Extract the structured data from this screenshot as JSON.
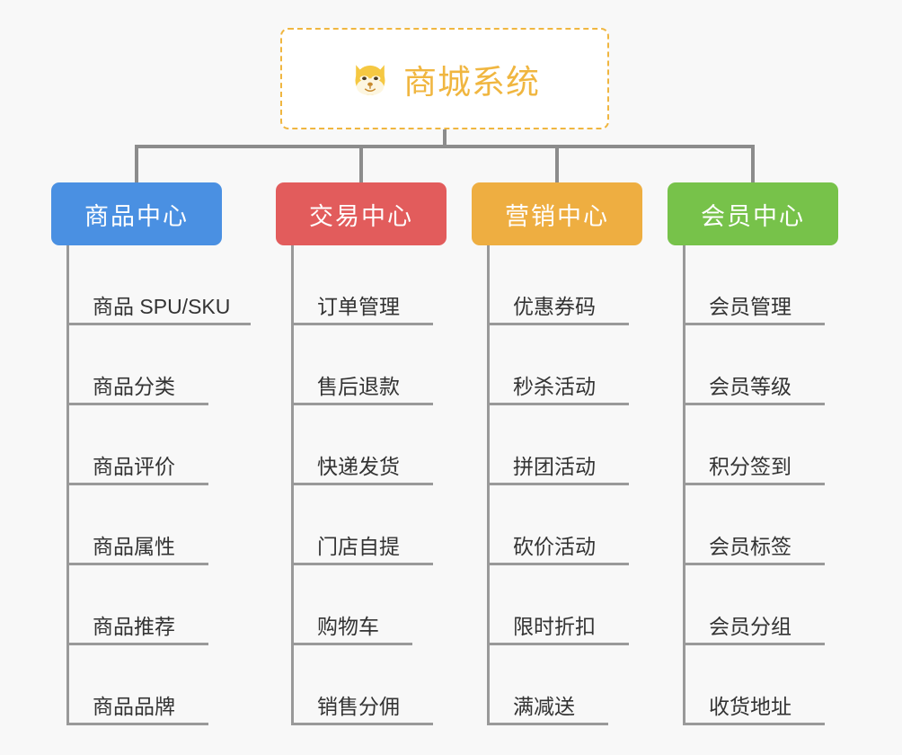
{
  "page": {
    "background_color": "#f8f8f8",
    "connector_color": "#8c8c8c",
    "leaf_line_color": "#999999",
    "leaf_text_color": "#333333"
  },
  "root": {
    "title": "商城系统",
    "icon": "shiba-dog-face-emoji",
    "accent_color": "#f0b640",
    "border_style": "dashed",
    "background_color": "#ffffff"
  },
  "columns": [
    {
      "title": "商品中心",
      "color": "#4a90e2",
      "items": [
        {
          "label": "商品 SPU/SKU",
          "underline_width": 205
        },
        {
          "label": "商品分类",
          "underline_width": 158
        },
        {
          "label": "商品评价",
          "underline_width": 158
        },
        {
          "label": "商品属性",
          "underline_width": 158
        },
        {
          "label": "商品推荐",
          "underline_width": 158
        },
        {
          "label": "商品品牌",
          "underline_width": 158
        }
      ]
    },
    {
      "title": "交易中心",
      "color": "#e25c5c",
      "items": [
        {
          "label": "订单管理",
          "underline_width": 158
        },
        {
          "label": "售后退款",
          "underline_width": 158
        },
        {
          "label": "快递发货",
          "underline_width": 158
        },
        {
          "label": "门店自提",
          "underline_width": 158
        },
        {
          "label": "购物车",
          "underline_width": 135
        },
        {
          "label": "销售分佣",
          "underline_width": 158
        }
      ]
    },
    {
      "title": "营销中心",
      "color": "#eeae41",
      "items": [
        {
          "label": "优惠券码",
          "underline_width": 158
        },
        {
          "label": "秒杀活动",
          "underline_width": 158
        },
        {
          "label": "拼团活动",
          "underline_width": 158
        },
        {
          "label": "砍价活动",
          "underline_width": 158
        },
        {
          "label": "限时折扣",
          "underline_width": 158
        },
        {
          "label": "满减送",
          "underline_width": 135
        }
      ]
    },
    {
      "title": "会员中心",
      "color": "#77c24a",
      "items": [
        {
          "label": "会员管理",
          "underline_width": 158
        },
        {
          "label": "会员等级",
          "underline_width": 158
        },
        {
          "label": "积分签到",
          "underline_width": 158
        },
        {
          "label": "会员标签",
          "underline_width": 158
        },
        {
          "label": "会员分组",
          "underline_width": 158
        },
        {
          "label": "收货地址",
          "underline_width": 158
        }
      ]
    }
  ]
}
